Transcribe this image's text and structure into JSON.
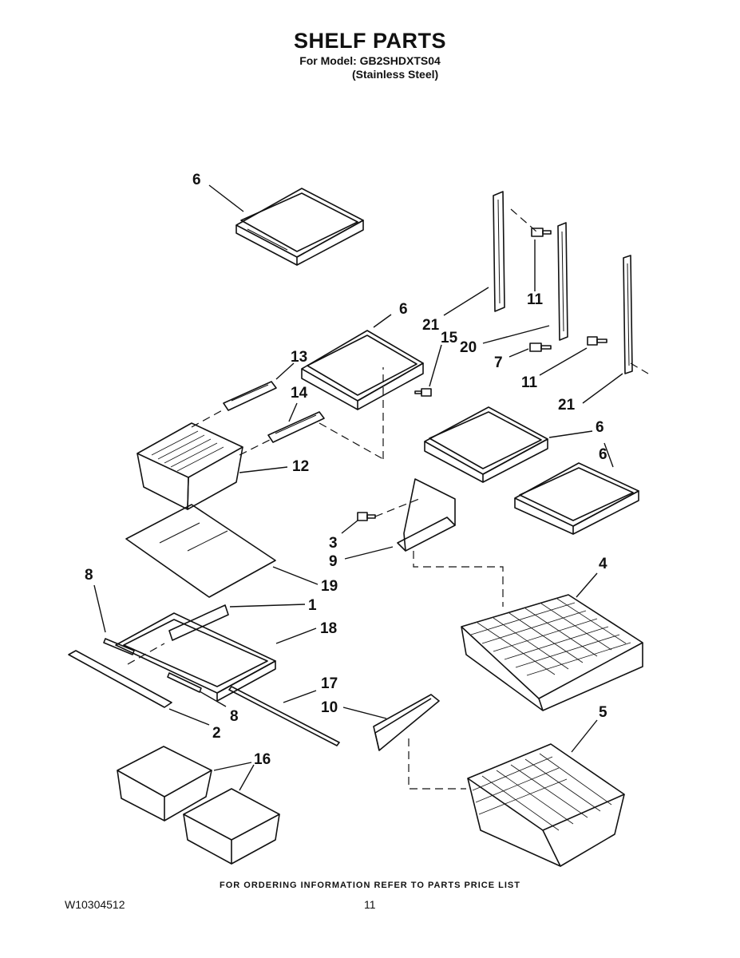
{
  "header": {
    "title": "SHELF PARTS",
    "model_line": "For Model: GB2SHDXTS04",
    "finish_line": "(Stainless Steel)"
  },
  "callouts": {
    "c6a": "6",
    "c6b": "6",
    "c6c": "6",
    "c6d": "6",
    "c21a": "21",
    "c21b": "21",
    "c11a": "11",
    "c11b": "11",
    "c20": "20",
    "c7": "7",
    "c15": "15",
    "c13": "13",
    "c14": "14",
    "c12": "12",
    "c3": "3",
    "c9": "9",
    "c19": "19",
    "c8a": "8",
    "c8b": "8",
    "c1": "1",
    "c18": "18",
    "c4": "4",
    "c17": "17",
    "c10": "10",
    "c2": "2",
    "c16": "16",
    "c5": "5"
  },
  "footer": {
    "note": "FOR ORDERING INFORMATION REFER TO PARTS PRICE LIST",
    "doc_number": "W10304512",
    "page_number": "11"
  }
}
